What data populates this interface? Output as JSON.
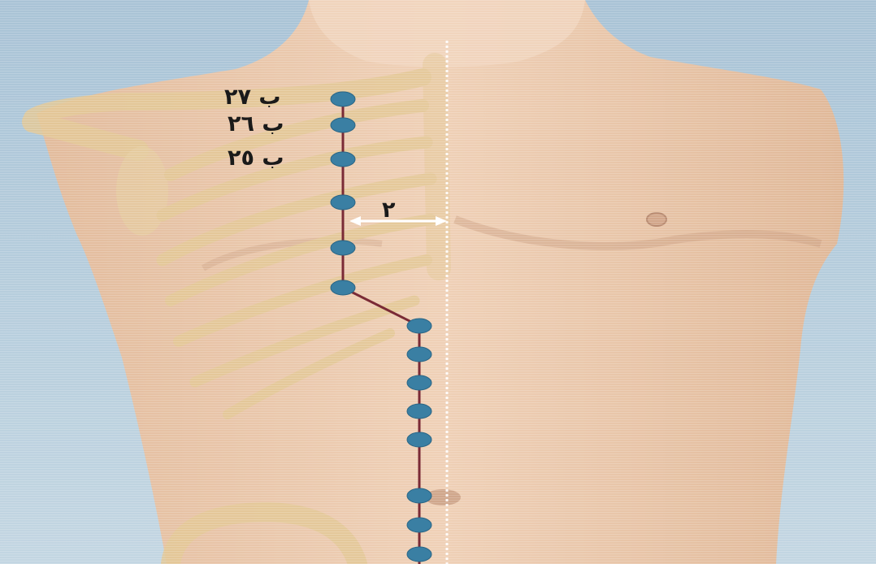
{
  "point_labels": {
    "p27": "ب ٢٧",
    "p26": "ب ٢٦",
    "p25": "ب ٢٥"
  },
  "distance_label": "٢",
  "colors": {
    "background": "#b7cedd",
    "skin": "#e9c7ab",
    "meridian_line": "#7a2a36",
    "acupoint": "#3a7fa3",
    "midline": "#ffffff",
    "bone": "#e6cf9f"
  }
}
